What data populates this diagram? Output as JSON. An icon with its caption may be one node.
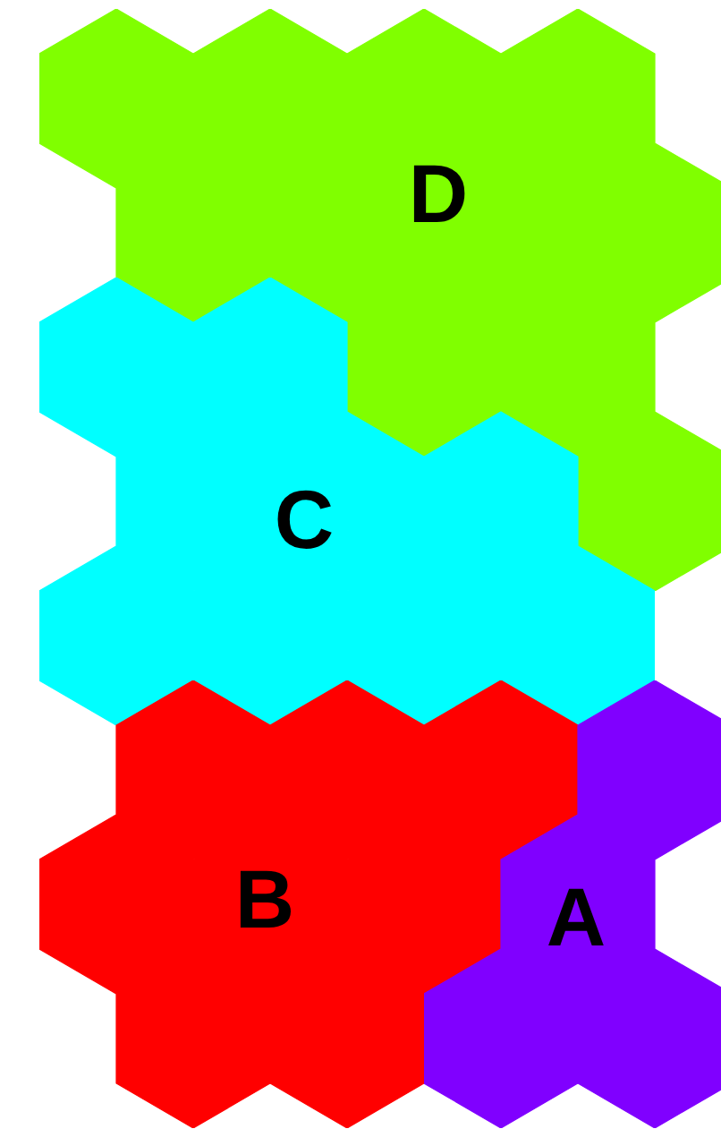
{
  "diagram": {
    "nodes": [
      {
        "text": [
          "D"
        ]
      },
      {
        "text": [
          "C"
        ]
      },
      {
        "text": [
          "B"
        ]
      },
      {
        "text": [
          "A"
        ]
      }
    ]
  }
}
